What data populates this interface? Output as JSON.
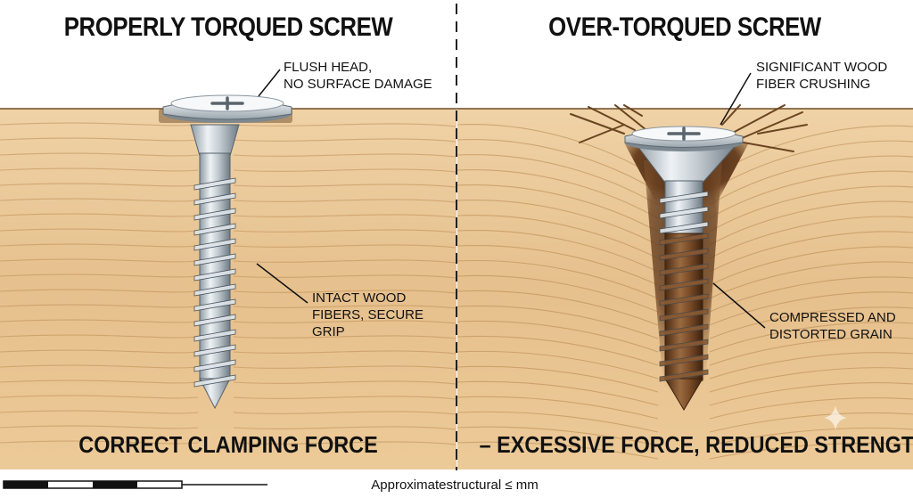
{
  "panels": {
    "left": {
      "title": "PROPERLY TORQUED SCREW",
      "callout_head": "FLUSH HEAD,\nNO SURFACE DAMAGE",
      "callout_threads": "INTACT WOOD\nFIBERS, SECURE\nGRIP",
      "caption": "CORRECT CLAMPING FORCE"
    },
    "right": {
      "title": "OVER-TORQUED SCREW",
      "callout_head": "SIGNIFICANT WOOD\nFIBER CRUSHING",
      "callout_threads": "COMPRESSED AND\nDISTORTED GRAIN",
      "caption": "– EXCESSIVE FORCE, REDUCED STRENGTH"
    }
  },
  "scale_bar": {
    "label": "Approximatestructural ≤ mm"
  },
  "colors": {
    "wood_light": "#eac99a",
    "wood_mid": "#dcb07a",
    "grain": "#b98a52",
    "steel_light": "#eef2f5",
    "steel_dark": "#7f8c96",
    "damage": "#5a3418",
    "ink": "#111111"
  }
}
